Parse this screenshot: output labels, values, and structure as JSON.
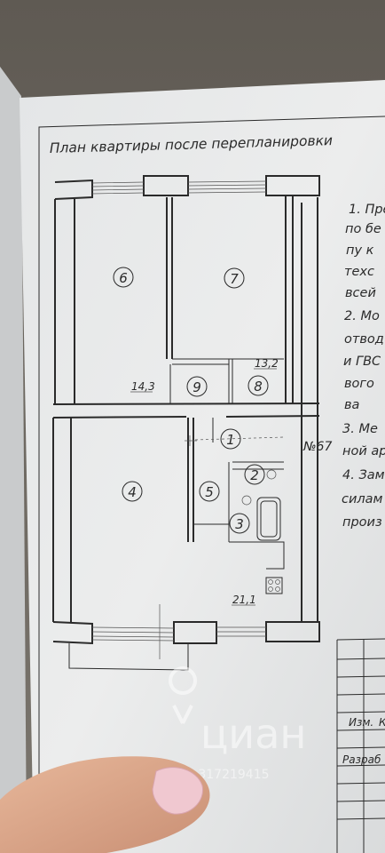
{
  "plan": {
    "title": "План квартиры после перепланировки",
    "apartment_label": "№67",
    "rooms": [
      {
        "no": "1"
      },
      {
        "no": "2"
      },
      {
        "no": "3"
      },
      {
        "no": "4"
      },
      {
        "no": "5"
      },
      {
        "no": "6"
      },
      {
        "no": "7"
      },
      {
        "no": "8"
      },
      {
        "no": "9"
      }
    ],
    "areas": {
      "rooms_6_7": "13,2",
      "rooms_6_9": "14,3",
      "room_4": "21,1"
    }
  },
  "notes": {
    "lines": [
      "1. Пре",
      "по бе",
      "пу к",
      "техс",
      "всей",
      "2. Мо",
      "отвод",
      "и ГВС",
      "вого",
      "ва",
      "3. Ме",
      "ной ар",
      "4. Зам",
      "силам",
      "произ"
    ]
  },
  "title_block": {
    "izm": "Изм.",
    "k": "К",
    "razrab": "Разраб"
  },
  "watermark": {
    "brand": "циан",
    "id": "ID 317219415"
  }
}
